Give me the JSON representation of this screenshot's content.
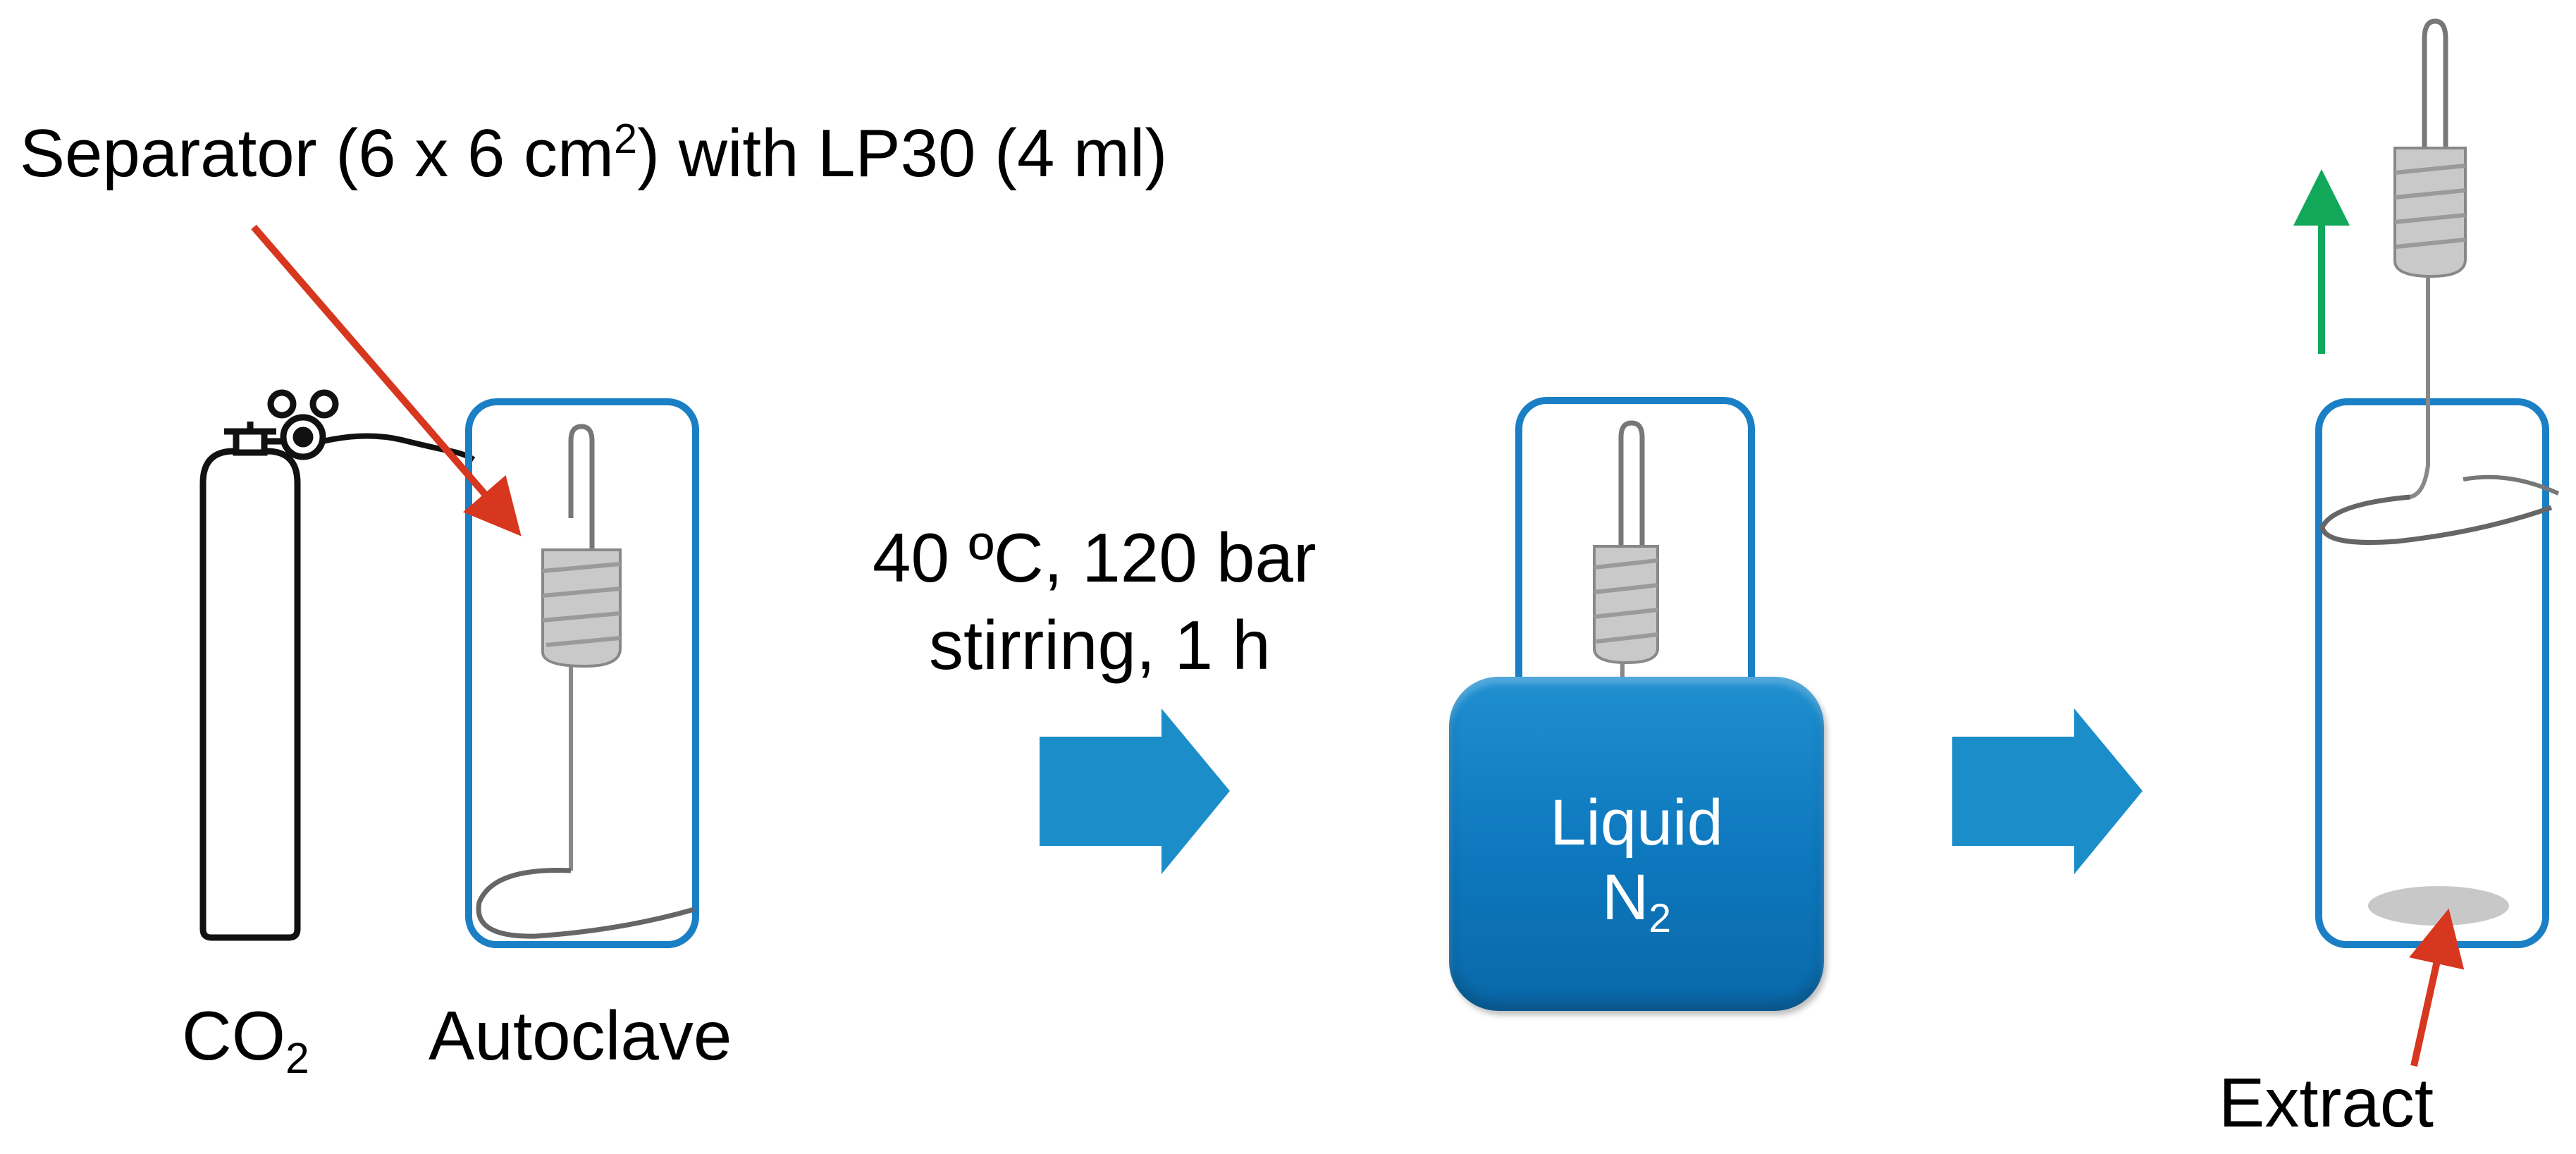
{
  "labels": {
    "separator_text": "Separator (6 x 6 cm",
    "separator_sup": "2",
    "separator_rest": ") with LP30 (4 ml)",
    "co2_main": "CO",
    "co2_sub": "2",
    "autoclave": "Autoclave",
    "conditions_line1": "40 ºC, 120 bar",
    "conditions_line2": "stirring, 1 h",
    "ln2_line1": "Liquid",
    "ln2_main": "N",
    "ln2_sub": "2",
    "extract": "Extract"
  },
  "colors": {
    "vessel_outline": "#1a7fc4",
    "process_arrow": "#1b8ec9",
    "pointer_arrow": "#d7361f",
    "lift_arrow": "#12a85a",
    "ln2_box": "#0d77bd",
    "extract_spot": "#c8c8c8"
  },
  "icons": {
    "cylinder": "gas-cylinder-icon",
    "sample": "separator-roll-icon"
  }
}
